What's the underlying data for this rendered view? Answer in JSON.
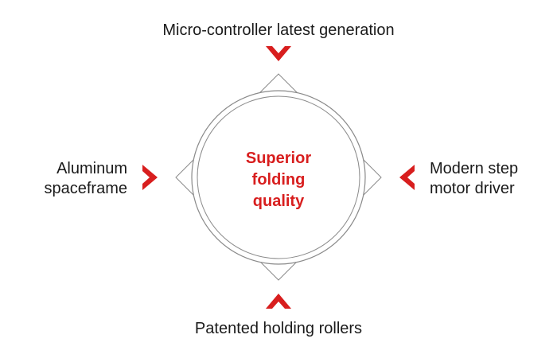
{
  "labels": {
    "top": "Micro-controller latest generation",
    "bottom": "Patented holding rollers",
    "left": [
      "Aluminum",
      "spaceframe"
    ],
    "right": [
      "Modern step",
      "motor driver"
    ]
  },
  "center": [
    "Superior",
    "folding",
    "quality"
  ],
  "colors": {
    "accent": "#d81e1e",
    "stroke": "#8a8a8a",
    "text": "#1a1a1a"
  },
  "icons": {
    "top": "chevron-down-icon",
    "bottom": "chevron-up-icon",
    "left": "chevron-right-icon",
    "right": "chevron-left-icon"
  }
}
